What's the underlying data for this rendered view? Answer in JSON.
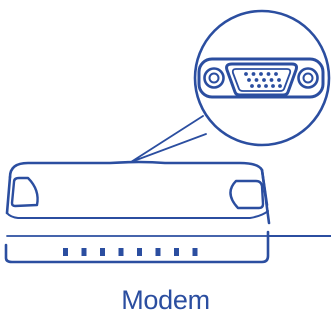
{
  "caption": "Modem",
  "colors": {
    "ink": "#2b4ea0",
    "background": "#ffffff"
  },
  "illustration": {
    "device": "modem",
    "connector": "vga-db15-port",
    "indicator_led_count": 8
  }
}
